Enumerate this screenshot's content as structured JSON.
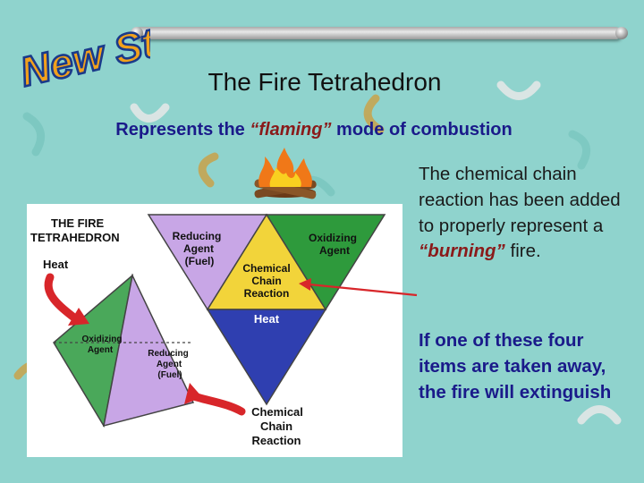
{
  "slide": {
    "badge": "New Stuff",
    "title": "The Fire Tetrahedron",
    "subtitle_prefix": "Represents the ",
    "subtitle_quote": "“flaming”",
    "subtitle_suffix": " mode of combustion",
    "para1_main": "The chemical chain reaction has been added to properly represent a ",
    "para1_highlight": "“burning”",
    "para1_end": " fire.",
    "para2": "If one of these four items are taken away, the fire will extinguish"
  },
  "diagram": {
    "heading_line1": "THE FIRE",
    "heading_line2": "TETRAHEDRON",
    "heat_label": "Heat",
    "reducing_line1": "Reducing",
    "reducing_line2": "Agent",
    "reducing_line3": "(Fuel)",
    "oxidizing_line1": "Oxidizing",
    "oxidizing_line2": "Agent",
    "chemical_line1": "Chemical",
    "chemical_line2": "Chain",
    "chemical_line3": "Reaction",
    "heat_face": "Heat",
    "pyr_oxidizing_line1": "Oxidizing",
    "pyr_oxidizing_line2": "Agent",
    "pyr_reducing_line1": "Reducing",
    "pyr_reducing_line2": "Agent",
    "pyr_reducing_line3": "(Fuel)",
    "bottom_line1": "Chemical",
    "bottom_line2": "Chain",
    "bottom_line3": "Reaction"
  },
  "colors": {
    "background": "#8fd3cd",
    "reducing_face": "#c8a6e6",
    "oxidizing_face": "#2e9a3c",
    "chemical_face": "#f2d43a",
    "heat_face": "#2f3fb0",
    "arrow": "#d8262a",
    "title": "#111111",
    "subtitle": "#1a1a8a",
    "highlight": "#8a1a1a"
  },
  "icons": [
    "boomerang-shape",
    "campfire-icon",
    "curved-arrow-icon",
    "pointer-arrow-icon"
  ]
}
